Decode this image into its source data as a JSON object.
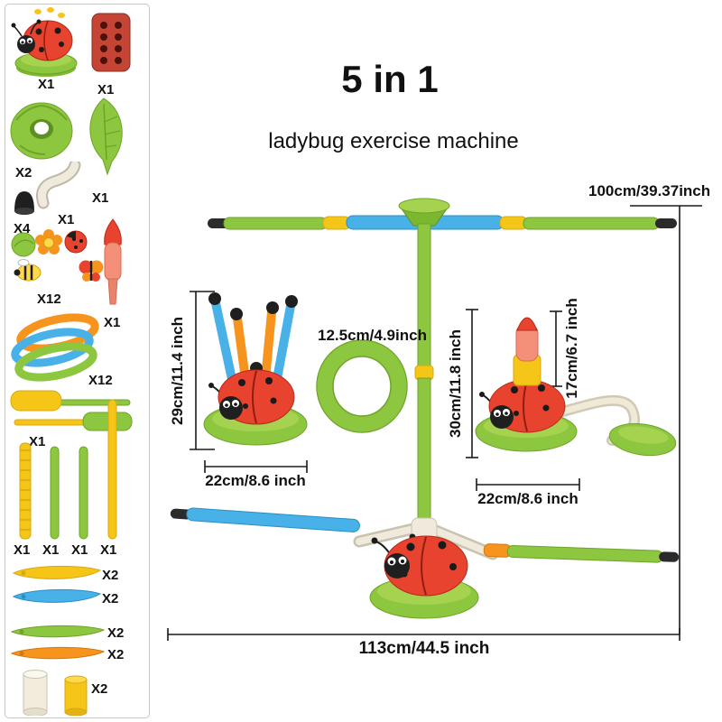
{
  "header": {
    "title": "5 in 1",
    "subtitle": "ladybug exercise machine"
  },
  "sidebar": {
    "items": [
      {
        "name": "ladybug-sprinkler-unit",
        "qty": "X1"
      },
      {
        "name": "button-panel",
        "qty": "X1"
      },
      {
        "name": "green-base-disc",
        "qty": "X2"
      },
      {
        "name": "green-leaf-blade",
        "qty": "X1"
      },
      {
        "name": "white-elbow-tube",
        "qty": "X1"
      },
      {
        "name": "black-cap",
        "qty": "X4"
      },
      {
        "name": "spinner-targets",
        "qty": "X12"
      },
      {
        "name": "rocket",
        "qty": "X1"
      },
      {
        "name": "toss-rings",
        "qty": "X12"
      },
      {
        "name": "hammer-set",
        "qty": "X1"
      },
      {
        "name": "ribbed-yellow-stick",
        "qty": "X1"
      },
      {
        "name": "green-stick-a",
        "qty": "X1"
      },
      {
        "name": "green-stick-b",
        "qty": "X1"
      },
      {
        "name": "tall-yellow-stick",
        "qty": "X1"
      },
      {
        "name": "yellow-blade",
        "qty": "X2"
      },
      {
        "name": "blue-blade",
        "qty": "X2"
      },
      {
        "name": "green-blade",
        "qty": "X2"
      },
      {
        "name": "orange-blade",
        "qty": "X2"
      },
      {
        "name": "cylinder-pair",
        "qty": "X2"
      }
    ]
  },
  "dimensions": {
    "height_total": "100cm/39.37inch",
    "width_total": "113cm/44.5 inch",
    "sticks_height": "29cm/11.4 inch",
    "sticks_base_width": "22cm/8.6 inch",
    "ring_diameter": "12.5cm/4.9inch",
    "rocket_config_height": "30cm/11.8 inch",
    "rocket_height": "17cm/6.7 inch",
    "rocket_base_width": "22cm/8.6 inch"
  },
  "colors": {
    "green": "#8dc63f",
    "green_dark": "#6fa32a",
    "red": "#e8432e",
    "blue": "#47b1e8",
    "yellow": "#f5c518",
    "orange": "#f7941d",
    "black": "#1f1f1f"
  }
}
